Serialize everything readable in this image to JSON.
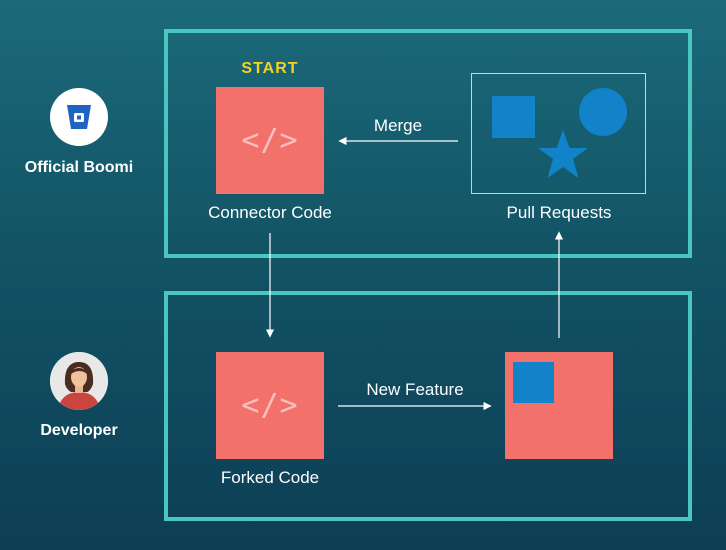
{
  "entities": {
    "official": "Official Boomi",
    "developer": "Developer"
  },
  "labels": {
    "start": "START",
    "connector_code": "Connector Code",
    "pull_requests": "Pull Requests",
    "forked_code": "Forked Code",
    "merge": "Merge",
    "new_feature": "New Feature"
  },
  "code_glyph": "</>",
  "colors": {
    "panel_border": "#49c6c0",
    "code_box": "#f2716b",
    "shape_blue": "#1283c8",
    "start_text": "#f5d21f"
  },
  "icons": [
    "bitbucket-icon",
    "developer-avatar-icon",
    "code-icon",
    "square-icon",
    "circle-icon",
    "star-icon"
  ]
}
